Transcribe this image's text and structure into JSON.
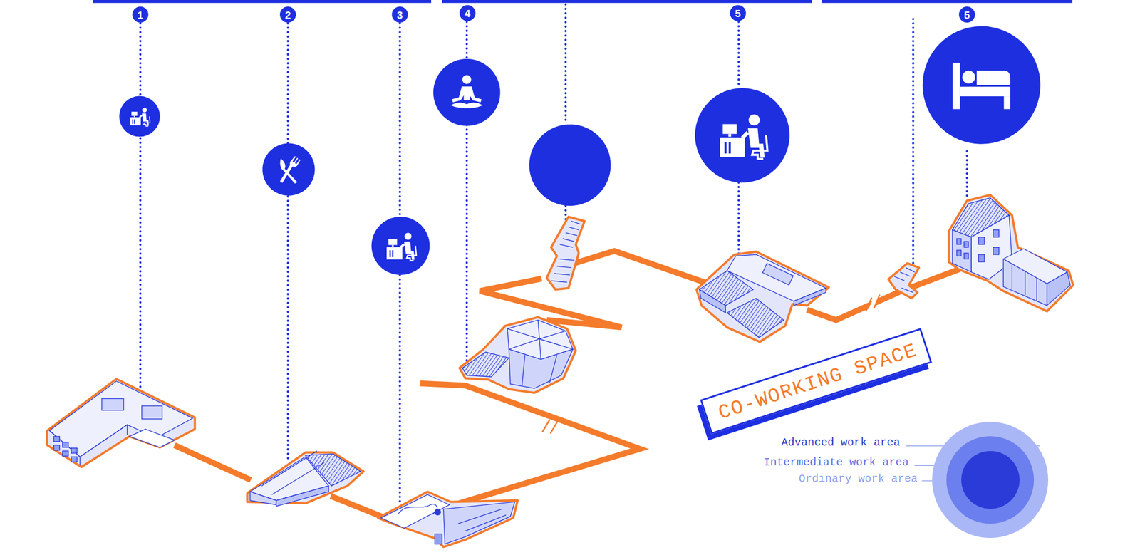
{
  "diagram": {
    "nodes": [
      {
        "text": [
          "CO-WORKING SPACE"
        ]
      }
    ],
    "edges": [],
    "labels": [
      "1",
      "2",
      "3",
      "4",
      "5",
      "5"
    ],
    "legend": [
      {
        "text": "Advanced work area",
        "color": "#aab7f6"
      },
      {
        "text": "Intermediate work area",
        "color": "#6b80ee"
      },
      {
        "text": "Ordinary work area",
        "color": "#2b3bd8"
      }
    ]
  }
}
